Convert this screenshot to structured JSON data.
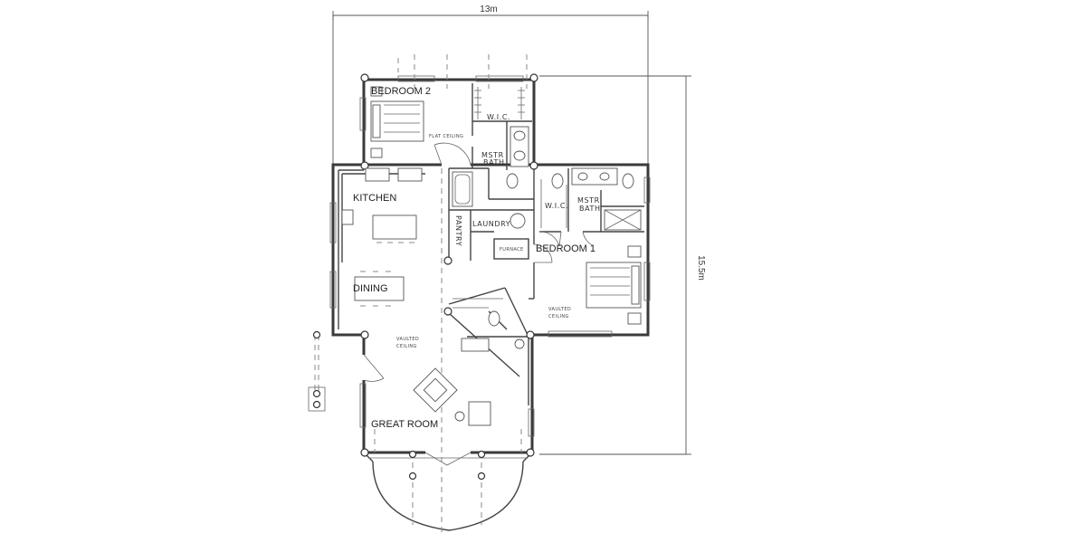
{
  "dimensions": {
    "width": "13m",
    "height": "15.5m"
  },
  "rooms": {
    "bedroom2": "BEDROOM 2",
    "kitchen": "KITCHEN",
    "dining": "DINING",
    "great_room": "GREAT ROOM",
    "bedroom1": "BEDROOM 1"
  },
  "annotations": {
    "wic_upper": "W.I.C.",
    "flat_ceiling": "FLAT CEILING",
    "mstr_bath_upper_1": "MSTR",
    "mstr_bath_upper_2": "BATH",
    "wic_lower": "W.I.C.",
    "mstr_bath_lower_1": "MSTR",
    "mstr_bath_lower_2": "BATH",
    "laundry": "LAUNDRY",
    "pantry": "PANTRY",
    "furnace": "FURNACE",
    "vaulted_great_1": "VAULTED",
    "vaulted_great_2": "CEILING",
    "vaulted_bed1_1": "VAULTED",
    "vaulted_bed1_2": "CEILING"
  }
}
